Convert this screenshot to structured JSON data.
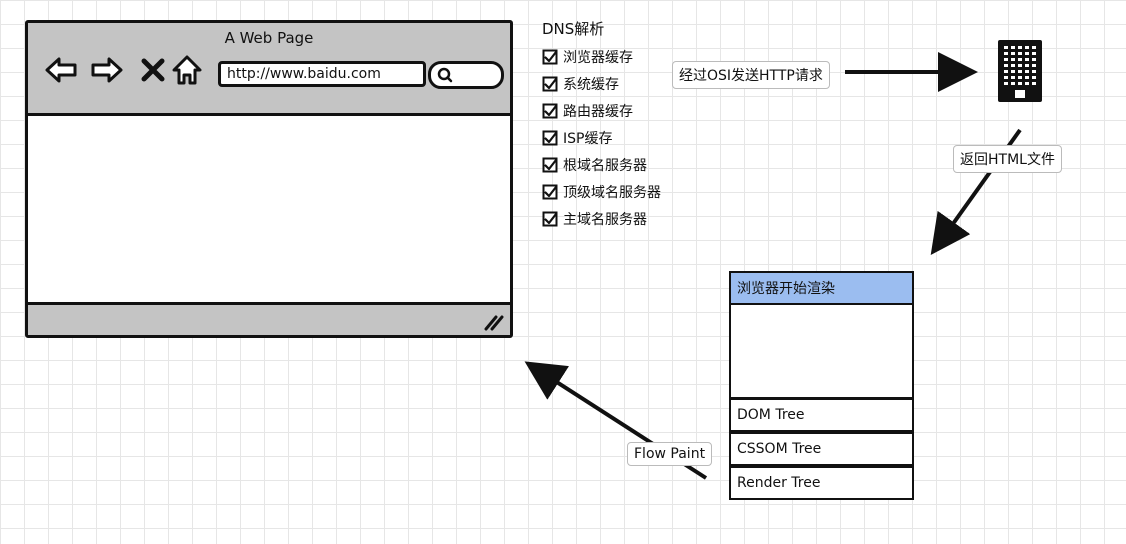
{
  "browser": {
    "title": "A Web Page",
    "url": "http://www.baidu.com",
    "icons": [
      "back-arrow-icon",
      "forward-arrow-icon",
      "close-x-icon",
      "home-icon",
      "search-icon",
      "resize-grip-icon"
    ]
  },
  "dns": {
    "title": "DNS解析",
    "items": [
      {
        "label": "浏览器缓存",
        "checked": true
      },
      {
        "label": "系统缓存",
        "checked": true
      },
      {
        "label": "路由器缓存",
        "checked": true
      },
      {
        "label": "ISP缓存",
        "checked": true
      },
      {
        "label": "根域名服务器",
        "checked": true
      },
      {
        "label": "顶级域名服务器",
        "checked": true
      },
      {
        "label": "主域名服务器",
        "checked": true
      }
    ]
  },
  "flow": {
    "send_label": "经过OSI发送HTTP请求",
    "return_label": "返回HTML文件",
    "paint_label": "Flow Paint",
    "server_icon": "server-building-icon"
  },
  "render": {
    "head": "浏览器开始渲染",
    "items": [
      "DOM Tree",
      "CSSOM Tree",
      "Render Tree"
    ]
  },
  "colors": {
    "chrome_gray": "#c4c4c4",
    "render_head": "#9bbdf0",
    "stroke": "#111111"
  }
}
